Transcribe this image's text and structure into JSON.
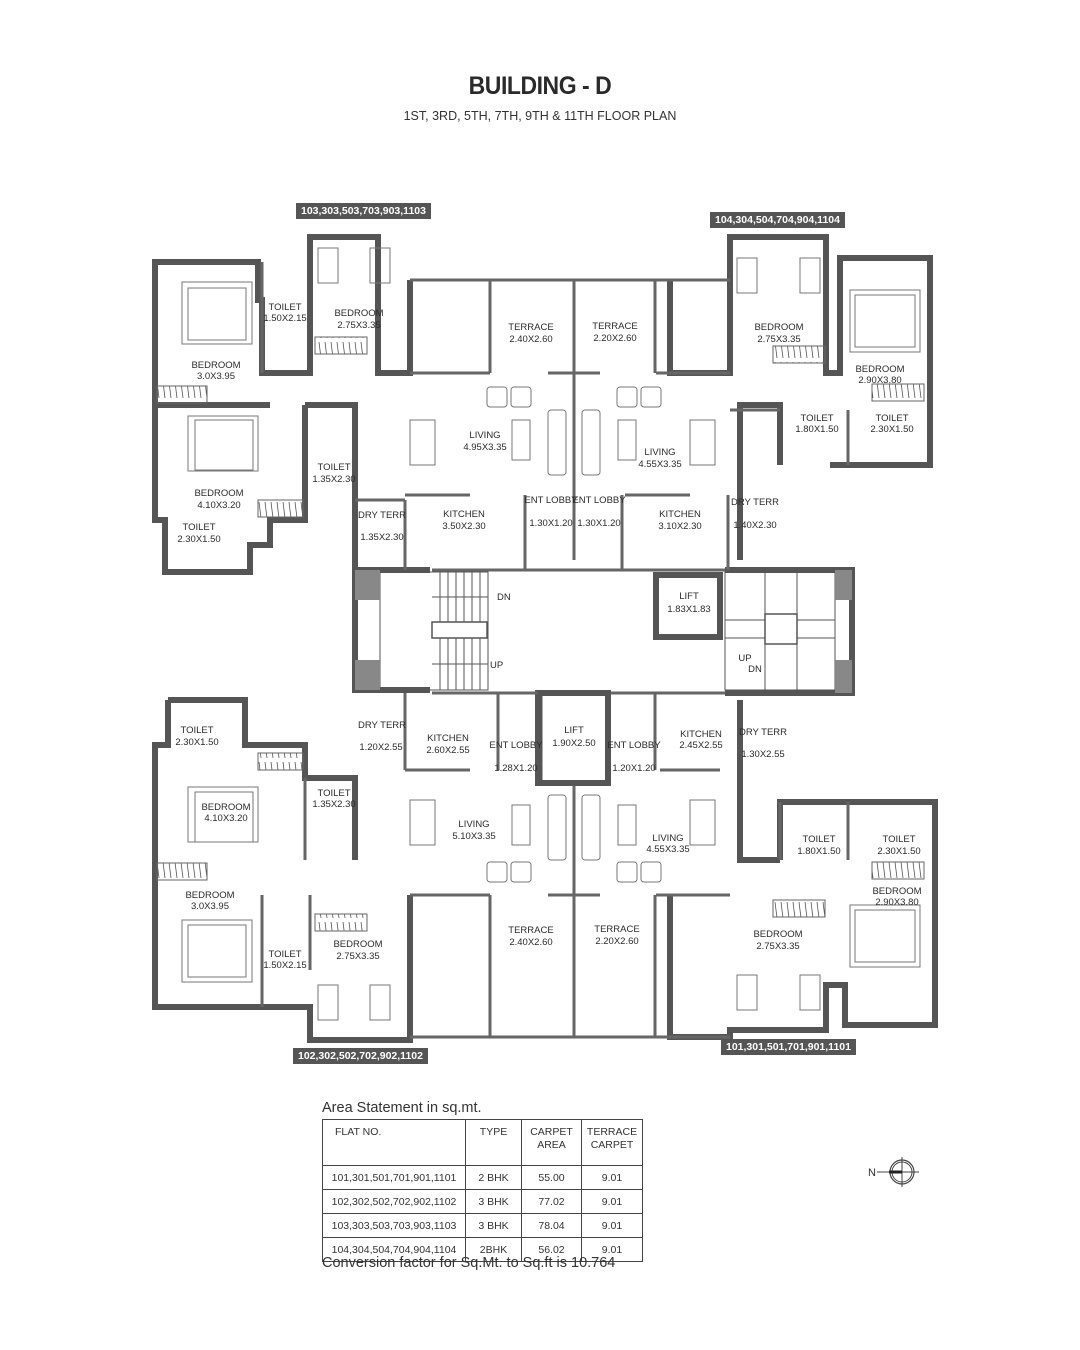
{
  "header": {
    "title": "BUILDING - D",
    "subtitle": "1ST, 3RD, 5TH, 7TH, 9TH & 11TH FLOOR PLAN"
  },
  "flat_tags": {
    "top_left": "103,303,503,703,903,1103",
    "top_right": "104,304,504,704,904,1104",
    "bottom_left": "102,302,502,702,902,1102",
    "bottom_right": "101,301,501,701,901,1101"
  },
  "rooms": {
    "tl_bed_master": {
      "name": "BEDROOM",
      "size": "3.0X3.95"
    },
    "tl_toilet_a": {
      "name": "TOILET",
      "size": "1.50X2.15"
    },
    "tl_bed_kids": {
      "name": "BEDROOM",
      "size": "2.75X3.35"
    },
    "tl_terrace": {
      "name": "TERRACE",
      "size": "2.40X2.60"
    },
    "tl_living": {
      "name": "LIVING",
      "size": "4.95X3.35"
    },
    "tl_bed_3": {
      "name": "BEDROOM",
      "size": "4.10X3.20"
    },
    "tl_toilet_b": {
      "name": "TOILET",
      "size": "1.35X2.30"
    },
    "tl_toilet_c": {
      "name": "TOILET",
      "size": "2.30X1.50"
    },
    "tl_dry_terr": {
      "name": "DRY TERR",
      "size": "1.35X2.30"
    },
    "tl_kitchen": {
      "name": "KITCHEN",
      "size": "3.50X2.30"
    },
    "tl_ent_lobby": {
      "name": "ENT LOBBY",
      "size": "1.30X1.20"
    },
    "tr_terrace": {
      "name": "TERRACE",
      "size": "2.20X2.60"
    },
    "tr_ent_lobby": {
      "name": "ENT LOBBY",
      "size": "1.30X1.20"
    },
    "tr_bed_kids": {
      "name": "BEDROOM",
      "size": "2.75X3.35"
    },
    "tr_bed_master": {
      "name": "BEDROOM",
      "size": "2.90X3.80"
    },
    "tr_toilet_a": {
      "name": "TOILET",
      "size": "1.80X1.50"
    },
    "tr_toilet_b": {
      "name": "TOILET",
      "size": "2.30X1.50"
    },
    "tr_living": {
      "name": "LIVING",
      "size": "4.55X3.35"
    },
    "tr_kitchen": {
      "name": "KITCHEN",
      "size": "3.10X2.30"
    },
    "tr_dry_terr": {
      "name": "DRY TERR",
      "size": "1.40X2.30"
    },
    "lift_top": {
      "name": "LIFT",
      "size": "1.83X1.83"
    },
    "lift_center": {
      "name": "LIFT",
      "size": "1.90X2.50"
    },
    "bl_toilet_c": {
      "name": "TOILET",
      "size": "2.30X1.50"
    },
    "bl_dry_terr": {
      "name": "DRY TERR",
      "size": "1.20X2.55"
    },
    "bl_kitchen": {
      "name": "KITCHEN",
      "size": "2.60X2.55"
    },
    "bl_ent_lobby": {
      "name": "ENT LOBBY",
      "size": "1.28X1.20"
    },
    "bl_bed_3": {
      "name": "BEDROOM",
      "size": "4.10X3.20"
    },
    "bl_toilet_b": {
      "name": "TOILET",
      "size": "1.35X2.30"
    },
    "bl_living": {
      "name": "LIVING",
      "size": "5.10X3.35"
    },
    "bl_bed_master": {
      "name": "BEDROOM",
      "size": "3.0X3.95"
    },
    "bl_toilet_a": {
      "name": "TOILET",
      "size": "1.50X2.15"
    },
    "bl_bed_kids": {
      "name": "BEDROOM",
      "size": "2.75X3.35"
    },
    "bl_terrace": {
      "name": "TERRACE",
      "size": "2.40X2.60"
    },
    "br_terrace": {
      "name": "TERRACE",
      "size": "2.20X2.60"
    },
    "br_ent_lobby": {
      "name": "ENT LOBBY",
      "size": "1.20X1.20"
    },
    "br_kitchen": {
      "name": "KITCHEN",
      "size": "2.45X2.55"
    },
    "br_dry_terr": {
      "name": "DRY TERR",
      "size": "1.30X2.55"
    },
    "br_living": {
      "name": "LIVING",
      "size": "4.55X3.35"
    },
    "br_toilet_a": {
      "name": "TOILET",
      "size": "1.80X1.50"
    },
    "br_toilet_b": {
      "name": "TOILET",
      "size": "2.30X1.50"
    },
    "br_bed_master": {
      "name": "BEDROOM",
      "size": "2.90X3.80"
    },
    "br_bed_kids": {
      "name": "BEDROOM",
      "size": "2.75X3.35"
    }
  },
  "stairs": {
    "left": {
      "dn": "DN",
      "up": "UP"
    },
    "right": {
      "up": "UP",
      "dn": "DN"
    }
  },
  "area_statement": {
    "title": "Area Statement in sq.mt.",
    "headers": {
      "flat_no": "FLAT NO.",
      "type": "TYPE",
      "carpet_line1": "CARPET",
      "carpet_line2": "AREA",
      "terrace_line1": "TERRACE",
      "terrace_line2": "CARPET"
    },
    "rows": [
      {
        "flat_no": "101,301,501,701,901,1101",
        "type": "2 BHK",
        "carpet": "55.00",
        "terrace": "9.01"
      },
      {
        "flat_no": "102,302,502,702,902,1102",
        "type": "3 BHK",
        "carpet": "77.02",
        "terrace": "9.01"
      },
      {
        "flat_no": "103,303,503,703,903,1103",
        "type": "3 BHK",
        "carpet": "78.04",
        "terrace": "9.01"
      },
      {
        "flat_no": "104,304,504,704,904,1104",
        "type": "2BHK",
        "carpet": "56.02",
        "terrace": "9.01"
      }
    ],
    "conversion_note": "Conversion factor for Sq.Mt. to Sq.ft is 10.764"
  },
  "compass": {
    "label": "N"
  }
}
